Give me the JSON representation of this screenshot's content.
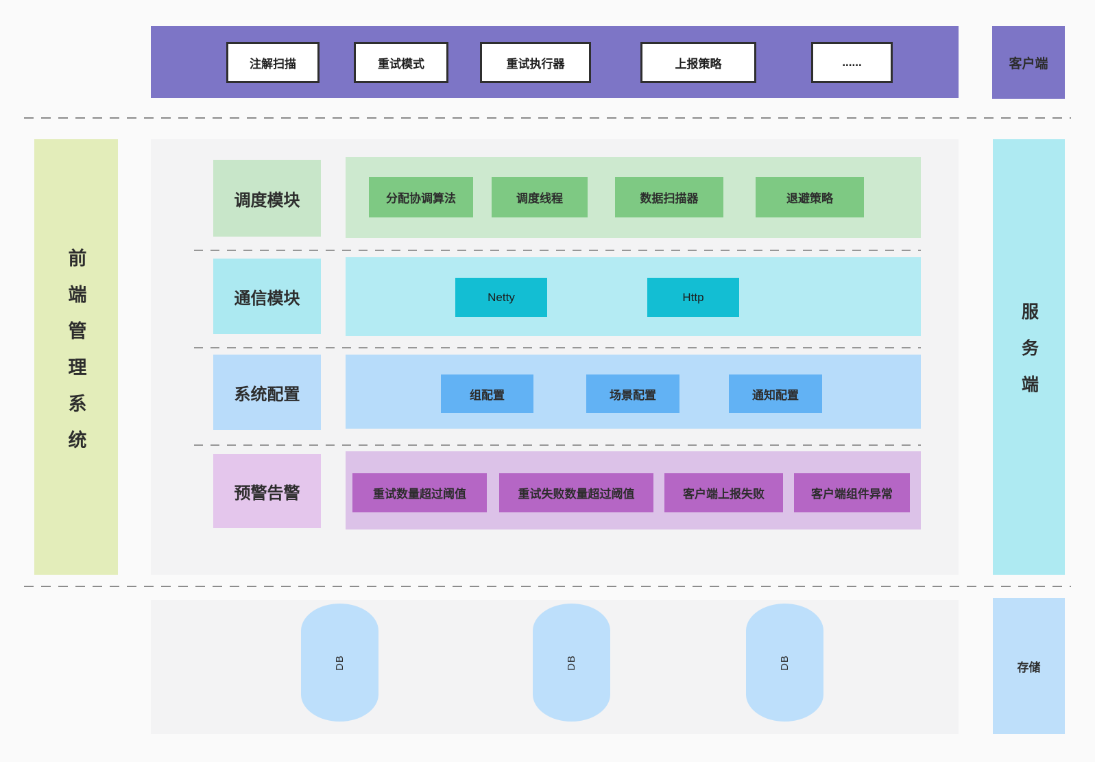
{
  "top_bar": {
    "items": [
      "注解扫描",
      "重试模式",
      "重试执行器",
      "上报策略",
      "......"
    ],
    "side_label": "客户端"
  },
  "left_bar": {
    "label": "前端管理系统"
  },
  "right_bar": {
    "label": "服务端"
  },
  "rows": [
    {
      "label": "调度模块",
      "items": [
        "分配协调算法",
        "调度线程",
        "数据扫描器",
        "退避策略"
      ]
    },
    {
      "label": "通信模块",
      "items": [
        "Netty",
        "Http"
      ]
    },
    {
      "label": "系统配置",
      "items": [
        "组配置",
        "场景配置",
        "通知配置"
      ]
    },
    {
      "label": "预警告警",
      "items": [
        "重试数量超过阈值",
        "重试失败数量超过阈值",
        "客户端上报失败",
        "客户端组件异常"
      ]
    }
  ],
  "storage": {
    "databases": [
      "DB",
      "DB",
      "DB"
    ],
    "side_label": "存储"
  },
  "colors": {
    "client_purple": "#7d75c6",
    "front_bar_green": "#e3edba",
    "server_bar_cyan": "#aeeaf2",
    "scheduler_green": "#7ec983",
    "comm_teal": "#13bed3",
    "config_blue": "#62b2f4",
    "alert_purple": "#b566c5",
    "db_blue": "#bddffb",
    "panel_gray": "#f3f3f4"
  }
}
